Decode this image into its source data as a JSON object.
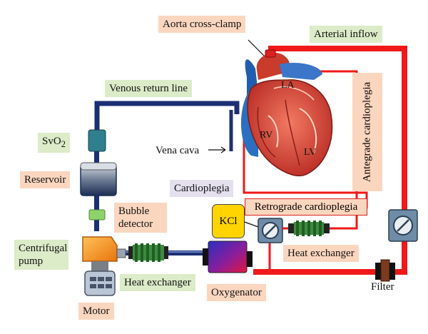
{
  "labels": {
    "aorta_cross_clamp": "Aorta cross-clamp",
    "arterial_inflow": "Arterial inflow",
    "venous_return_line": "Venous return line",
    "antegrade_cardioplegia": "Antegrade cardioplegia",
    "svo2_main": "SvO",
    "svo2_sub": "2",
    "vena_cava": "Vena cava",
    "reservoir": "Reservoir",
    "cardioplegia": "Cardioplegia",
    "retrograde_cardioplegia": "Retrograde cardioplegia",
    "bubble_detector": "Bubble detector",
    "kcl": "KCl",
    "centrifugal_pump": "Centrifugal pump",
    "heat_exchanger_left": "Heat exchanger",
    "heat_exchanger_right": "Heat exchanger",
    "oxygenator": "Oxygenator",
    "filter": "Filter",
    "motor": "Motor"
  },
  "heart_labels": {
    "la": "LA",
    "rv": "RV",
    "lv": "LV"
  },
  "colors": {
    "venous_line": "#1b2f74",
    "arterial_line": "#f01818",
    "label_peach": "#fbd6bf",
    "label_green": "#dcebc8",
    "label_lavender": "#e4e0ee",
    "pump": "#f7941d",
    "heat_exchanger": "#2e7d32",
    "kcl_box": "#ffd400",
    "roller_pump": "#6e8ca8"
  }
}
